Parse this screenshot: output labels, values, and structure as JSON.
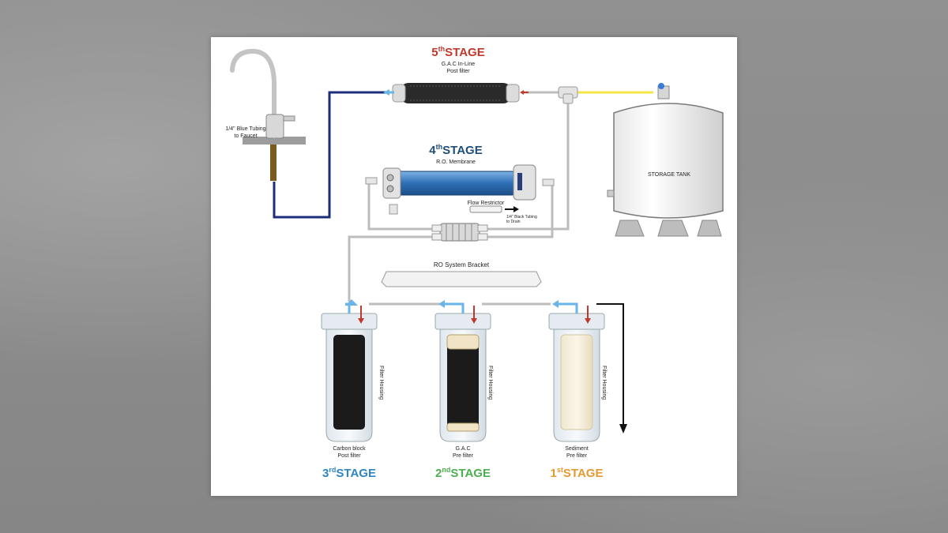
{
  "stage5": {
    "number": "5",
    "suffix": "th",
    "word": "STAGE",
    "desc1": "G.A.C In-Line",
    "desc2": "Post filter",
    "color": "#c0392b"
  },
  "stage4": {
    "number": "4",
    "suffix": "th",
    "word": "STAGE",
    "desc1": "R.O. Membrane",
    "color": "#1f4e79"
  },
  "stage3": {
    "number": "3",
    "suffix": "rd",
    "word": "STAGE",
    "desc1": "Carbon block",
    "desc2": "Post filter",
    "color": "#2e86c1"
  },
  "stage2": {
    "number": "2",
    "suffix": "nd",
    "word": "STAGE",
    "desc1": "G.A.C",
    "desc2": "Pre filter",
    "color": "#4caf50"
  },
  "stage1": {
    "number": "1",
    "suffix": "st",
    "word": "STAGE",
    "desc1": "Sediment",
    "desc2": "Pre filter",
    "color": "#e59a2f"
  },
  "faucet": {
    "label1": "1/4\" Blue Tubing",
    "label2": "to Faucet"
  },
  "tank": {
    "label": "STORAGE TANK"
  },
  "flow_restrictor": {
    "label": "Flow Restrictor"
  },
  "drain": {
    "label1": "1/4\" Black Tubing",
    "label2": "to Drain"
  },
  "bracket": {
    "label": "RO System Bracket"
  },
  "housing": {
    "label": "Filter Housing"
  }
}
